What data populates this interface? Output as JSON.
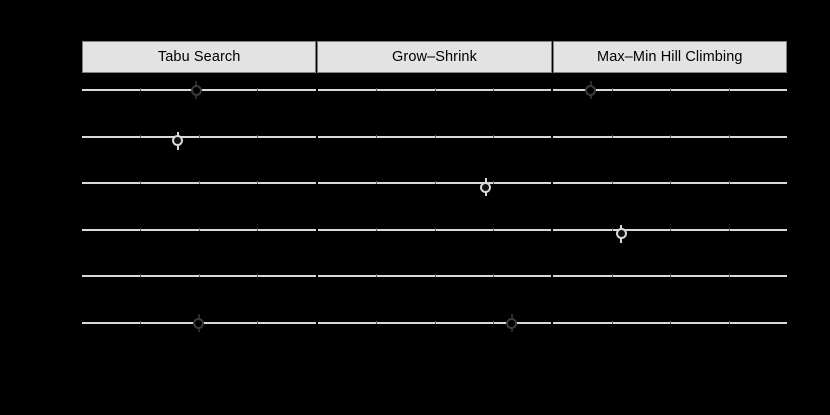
{
  "figure": {
    "background_color": "#000000",
    "grid_color": "#d9d9d9",
    "strip_background_color": "#e3e3e3",
    "strip_border_color": "#808080",
    "marker_color": "#d9d9d9"
  },
  "chart_data": {
    "type": "scatter",
    "title": "",
    "xlabel": "",
    "ylabel": "",
    "grid": true,
    "legend_position": "none",
    "panels": [
      {
        "strip_label": "Tabu Search",
        "points": [
          {
            "y_index": 1,
            "x_frac": 0.49,
            "visible": "partial"
          },
          {
            "y_index": 2,
            "x_frac": 0.41,
            "visible": "full"
          },
          {
            "y_index": 6,
            "x_frac": 0.5,
            "visible": "partial"
          }
        ]
      },
      {
        "strip_label": "Grow–Shrink",
        "points": [
          {
            "y_index": 3,
            "x_frac": 0.72,
            "visible": "full"
          },
          {
            "y_index": 6,
            "x_frac": 0.83,
            "visible": "partial"
          }
        ]
      },
      {
        "strip_label": "Max–Min Hill Climbing",
        "points": [
          {
            "y_index": 1,
            "x_frac": 0.16,
            "visible": "partial"
          },
          {
            "y_index": 4,
            "x_frac": 0.29,
            "visible": "full"
          }
        ]
      }
    ],
    "y_gridline_count": 6,
    "y_tick_labels": [
      "",
      "",
      "",
      "",
      "",
      ""
    ],
    "x_tick_labels": [
      "",
      "",
      "",
      ""
    ],
    "axis_text_color": "#000000"
  }
}
